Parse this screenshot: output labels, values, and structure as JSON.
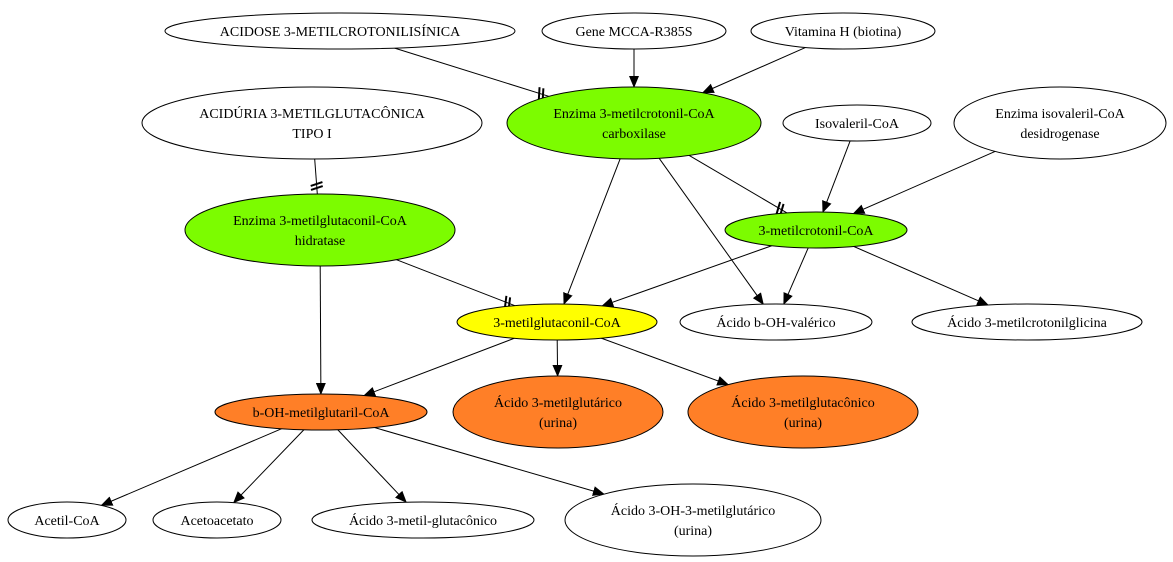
{
  "colors": {
    "white": "#ffffff",
    "green": "#7cfc00",
    "yellow": "#ffff00",
    "orange": "#ff7f27"
  },
  "nodes": {
    "acidose": {
      "lines": [
        "ACIDOSE 3-METILCROTONILISÍNICA"
      ],
      "fill": "white"
    },
    "gene": {
      "lines": [
        "Gene MCCA-R385S"
      ],
      "fill": "white"
    },
    "vitamina": {
      "lines": [
        "Vitamina H (biotina)"
      ],
      "fill": "white"
    },
    "aciduria": {
      "lines": [
        "ACIDÚRIA 3-METILGLUTACÔNICA",
        "TIPO I"
      ],
      "fill": "white"
    },
    "enz_carbox": {
      "lines": [
        "Enzima 3-metilcrotonil-CoA",
        "carboxilase"
      ],
      "fill": "green"
    },
    "isovaleril": {
      "lines": [
        "Isovaleril-CoA"
      ],
      "fill": "white"
    },
    "enz_isoval": {
      "lines": [
        "Enzima isovaleril-CoA",
        "desidrogenase"
      ],
      "fill": "white"
    },
    "enz_hidrat": {
      "lines": [
        "Enzima 3-metilglutaconil-CoA",
        "hidratase"
      ],
      "fill": "green"
    },
    "metilcrotonil": {
      "lines": [
        "3-metilcrotonil-CoA"
      ],
      "fill": "green"
    },
    "metilglutaconil": {
      "lines": [
        "3-metilglutaconil-CoA"
      ],
      "fill": "yellow"
    },
    "b_oh_valerico": {
      "lines": [
        "Ácido b-OH-valérico"
      ],
      "fill": "white"
    },
    "metilcrotonilglicina": {
      "lines": [
        "Ácido 3-metilcrotonilglicina"
      ],
      "fill": "white"
    },
    "b_oh_metilglutaril": {
      "lines": [
        "b-OH-metilglutaril-CoA"
      ],
      "fill": "orange"
    },
    "metilglutarico": {
      "lines": [
        "Ácido 3-metilglutárico",
        "(urina)"
      ],
      "fill": "orange"
    },
    "metilglutaconico": {
      "lines": [
        "Ácido 3-metilglutacônico",
        "(urina)"
      ],
      "fill": "orange"
    },
    "acetil": {
      "lines": [
        "Acetil-CoA"
      ],
      "fill": "white"
    },
    "acetoacetato": {
      "lines": [
        "Acetoacetato"
      ],
      "fill": "white"
    },
    "metil_glutaconico": {
      "lines": [
        "Ácido 3-metil-glutacônico"
      ],
      "fill": "white"
    },
    "oh_metilglutarico": {
      "lines": [
        "Ácido 3-OH-3-metilglutárico",
        "(urina)"
      ],
      "fill": "white"
    }
  },
  "edges": [
    {
      "from": "acidose",
      "to": "enz_carbox",
      "kind": "inhibit"
    },
    {
      "from": "gene",
      "to": "enz_carbox",
      "kind": "arrow"
    },
    {
      "from": "vitamina",
      "to": "enz_carbox",
      "kind": "arrow"
    },
    {
      "from": "aciduria",
      "to": "enz_hidrat",
      "kind": "inhibit"
    },
    {
      "from": "enz_carbox",
      "to": "metilcrotonil",
      "kind": "inhibit"
    },
    {
      "from": "enz_carbox",
      "to": "metilglutaconil",
      "kind": "arrow"
    },
    {
      "from": "enz_carbox",
      "to": "b_oh_valerico",
      "kind": "arrow"
    },
    {
      "from": "isovaleril",
      "to": "metilcrotonil",
      "kind": "arrow"
    },
    {
      "from": "enz_isoval",
      "to": "metilcrotonil",
      "kind": "arrow"
    },
    {
      "from": "enz_hidrat",
      "to": "metilglutaconil",
      "kind": "inhibit"
    },
    {
      "from": "enz_hidrat",
      "to": "b_oh_metilglutaril",
      "kind": "arrow"
    },
    {
      "from": "metilcrotonil",
      "to": "metilglutaconil",
      "kind": "arrow"
    },
    {
      "from": "metilcrotonil",
      "to": "b_oh_valerico",
      "kind": "arrow"
    },
    {
      "from": "metilcrotonil",
      "to": "metilcrotonilglicina",
      "kind": "arrow"
    },
    {
      "from": "metilglutaconil",
      "to": "b_oh_metilglutaril",
      "kind": "arrow"
    },
    {
      "from": "metilglutaconil",
      "to": "metilglutarico",
      "kind": "arrow"
    },
    {
      "from": "metilglutaconil",
      "to": "metilglutaconico",
      "kind": "arrow"
    },
    {
      "from": "b_oh_metilglutaril",
      "to": "acetil",
      "kind": "arrow"
    },
    {
      "from": "b_oh_metilglutaril",
      "to": "acetoacetato",
      "kind": "arrow"
    },
    {
      "from": "b_oh_metilglutaril",
      "to": "metil_glutaconico",
      "kind": "arrow"
    },
    {
      "from": "b_oh_metilglutaril",
      "to": "oh_metilglutarico",
      "kind": "arrow"
    }
  ]
}
